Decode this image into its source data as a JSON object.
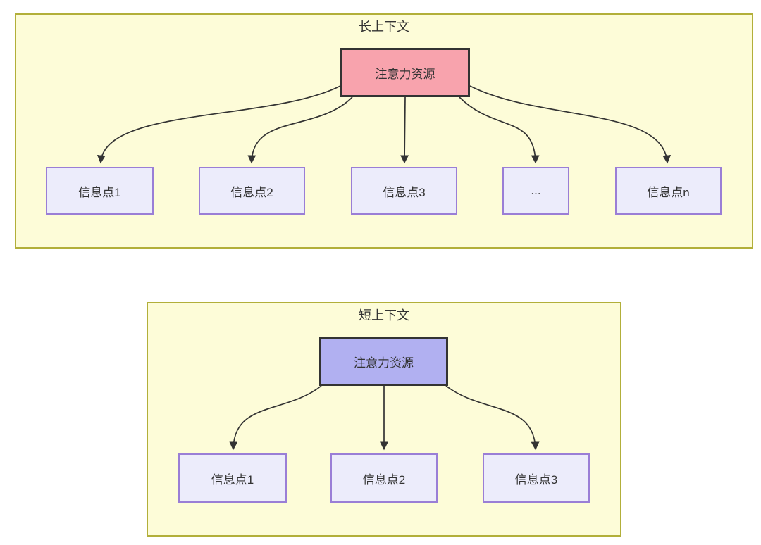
{
  "diagram": {
    "long_context": {
      "title": "长上下文",
      "root": {
        "label": "注意力资源",
        "fill": "#f8a3ad"
      },
      "children": [
        {
          "label": "信息点1"
        },
        {
          "label": "信息点2"
        },
        {
          "label": "信息点3"
        },
        {
          "label": "..."
        },
        {
          "label": "信息点n"
        }
      ]
    },
    "short_context": {
      "title": "短上下文",
      "root": {
        "label": "注意力资源",
        "fill": "#b1b0f1"
      },
      "children": [
        {
          "label": "信息点1"
        },
        {
          "label": "信息点2"
        },
        {
          "label": "信息点3"
        }
      ]
    },
    "colors": {
      "container_fill": "#fdfcd8",
      "container_border": "#b2af3a",
      "node_fill": "#ececfb",
      "node_border": "#9a7ed6",
      "root_border": "#333333",
      "arrow": "#333333",
      "text": "#333333"
    }
  }
}
